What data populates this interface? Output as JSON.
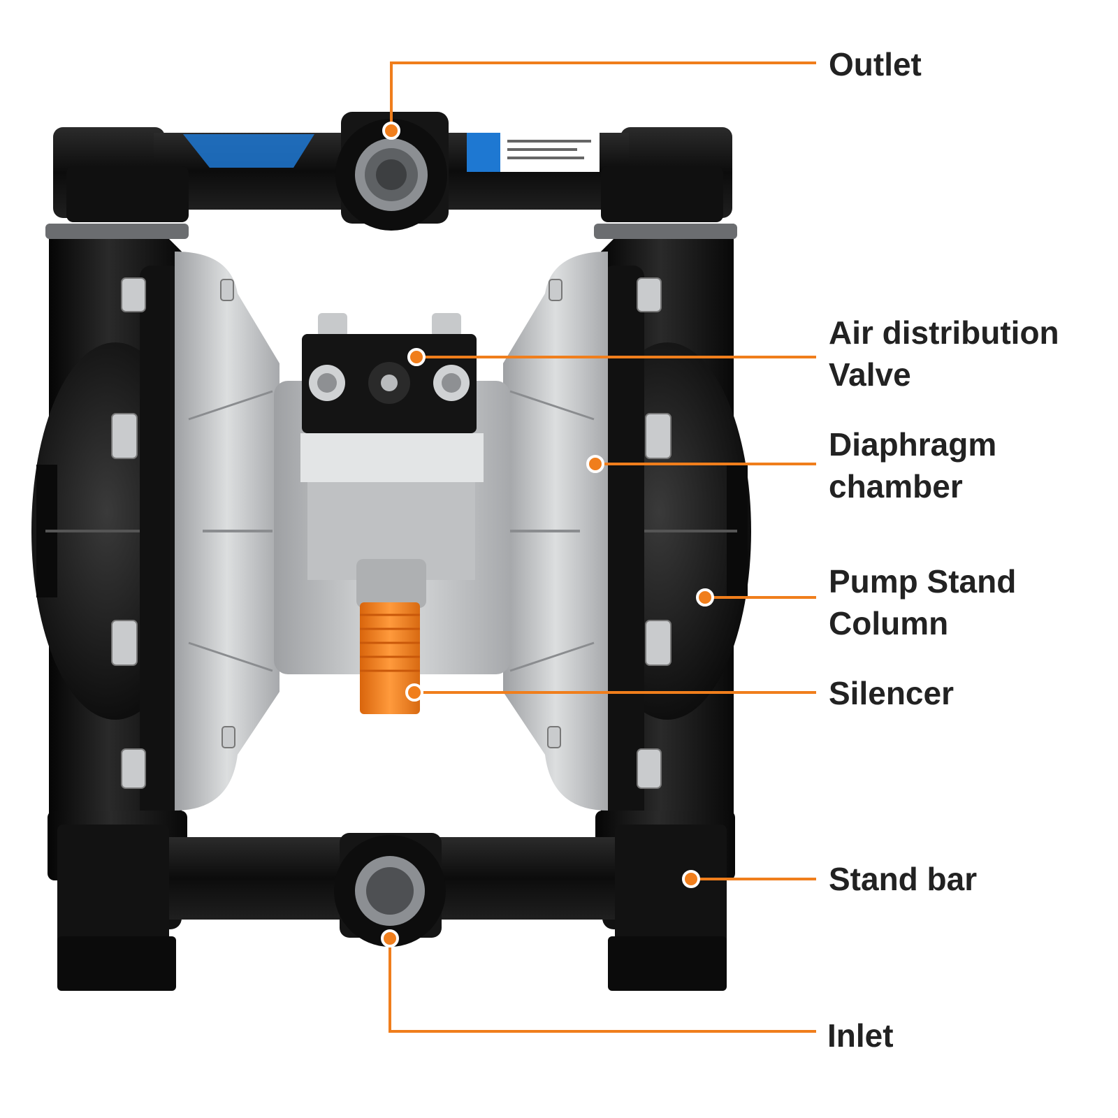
{
  "colors": {
    "accent": "#F07E1C",
    "pump_body": "#151515",
    "aluminum": "#C4C6C8",
    "silencer": "#F07E1C",
    "label_panel": "#1E78D2",
    "background": "#FFFFFF"
  },
  "labels": {
    "outlet": "Outlet",
    "air_valve_line1": "Air distribution",
    "air_valve_line2": "Valve",
    "diaphragm_line1": "Diaphragm",
    "diaphragm_line2": "chamber",
    "pump_stand_line1": "Pump Stand",
    "pump_stand_line2": "Column",
    "silencer": "Silencer",
    "stand_bar": "Stand bar",
    "inlet": "Inlet"
  }
}
